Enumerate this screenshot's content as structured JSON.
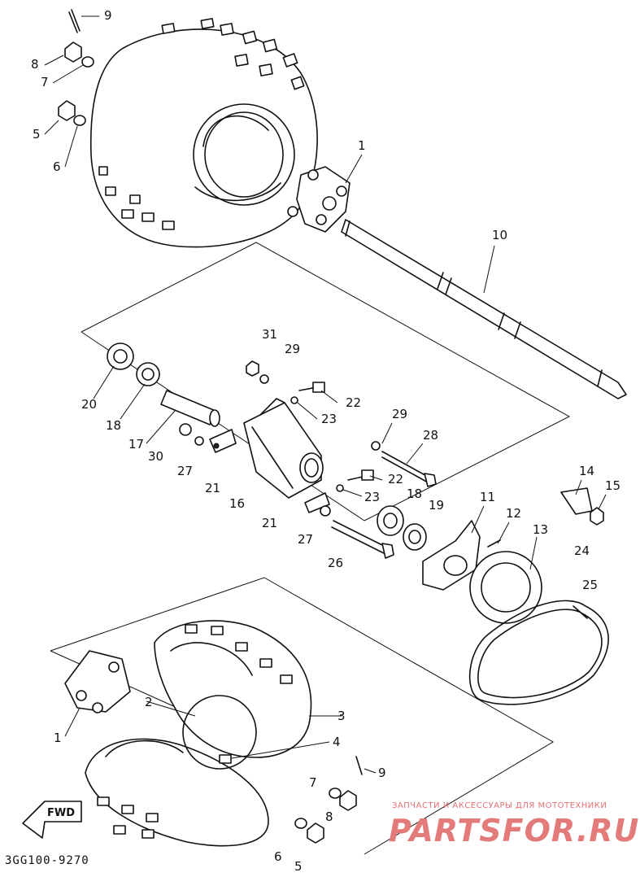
{
  "diagram": {
    "code": "3GG100-9270",
    "fwd": "FWD",
    "labels": [
      {
        "num": "9"
      },
      {
        "num": "8"
      },
      {
        "num": "7"
      },
      {
        "num": "5"
      },
      {
        "num": "6"
      },
      {
        "num": "1"
      },
      {
        "num": "10"
      },
      {
        "num": "31"
      },
      {
        "num": "29"
      },
      {
        "num": "20"
      },
      {
        "num": "18"
      },
      {
        "num": "22"
      },
      {
        "num": "23"
      },
      {
        "num": "17"
      },
      {
        "num": "30"
      },
      {
        "num": "27"
      },
      {
        "num": "21"
      },
      {
        "num": "16"
      },
      {
        "num": "29"
      },
      {
        "num": "28"
      },
      {
        "num": "22"
      },
      {
        "num": "23"
      },
      {
        "num": "18"
      },
      {
        "num": "19"
      },
      {
        "num": "11"
      },
      {
        "num": "12"
      },
      {
        "num": "13"
      },
      {
        "num": "14"
      },
      {
        "num": "15"
      },
      {
        "num": "21"
      },
      {
        "num": "27"
      },
      {
        "num": "26"
      },
      {
        "num": "24"
      },
      {
        "num": "25"
      },
      {
        "num": "2"
      },
      {
        "num": "3"
      },
      {
        "num": "1"
      },
      {
        "num": "4"
      },
      {
        "num": "9"
      },
      {
        "num": "7"
      },
      {
        "num": "8"
      },
      {
        "num": "6"
      },
      {
        "num": "5"
      }
    ]
  },
  "watermark": {
    "line1": "ЗАПЧАСТИ И АКСЕССУАРЫ ДЛЯ МОТОТЕХНИКИ",
    "line2": "PARTSFOR.RU"
  }
}
